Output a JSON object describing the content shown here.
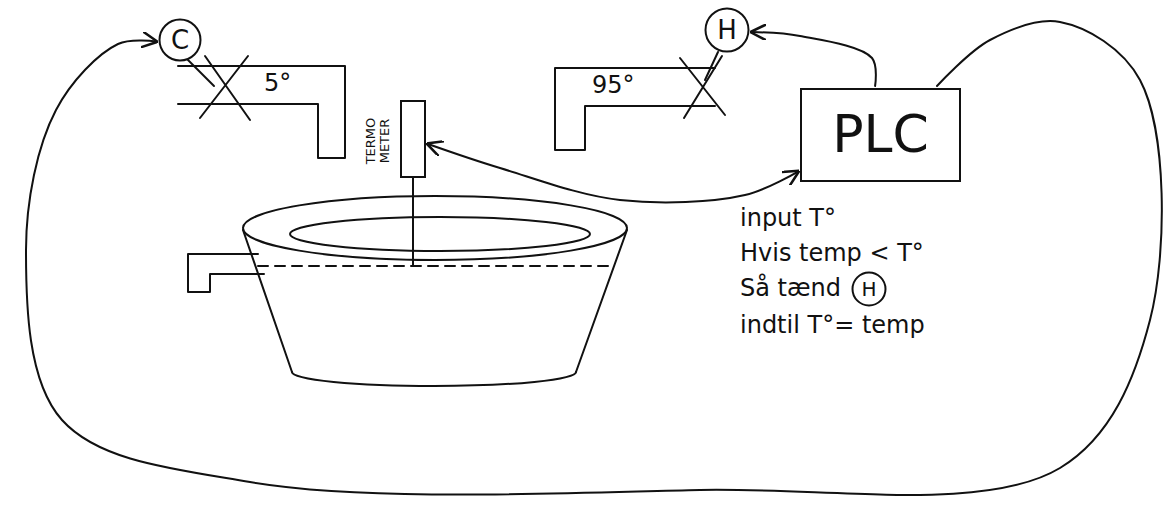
{
  "diagram": {
    "nodes": [
      {
        "text": [
          "C"
        ]
      },
      {
        "text": [
          "H"
        ]
      },
      {
        "text": [
          "TERMO METER"
        ]
      },
      {
        "text": [
          "PLC"
        ]
      },
      {
        "text": [
          "H"
        ]
      }
    ],
    "edges": [
      {
        "from": 3,
        "to": 1,
        "arrow": "to"
      },
      {
        "from": 3,
        "to": 0,
        "arrow": "to"
      },
      {
        "from": 2,
        "to": 3,
        "arrow": "both"
      }
    ],
    "labels": [
      "5°",
      "95°",
      "input T°",
      "Hvis temp < T°",
      "Så tænd",
      "indtil T°= temp"
    ]
  }
}
